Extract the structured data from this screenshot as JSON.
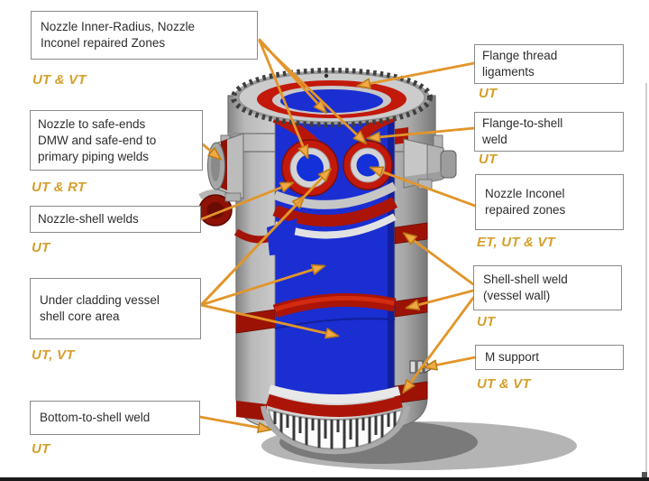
{
  "slide": {
    "background": "#ffffff",
    "bottom_border_color": "#1a1a1a"
  },
  "colors": {
    "arrow_orange": "#E2952A",
    "method_label_gold": "#D4A02C",
    "box_border_gray": "#8A8A8A",
    "box_text": "#2D2D2D",
    "vessel_cladding_blue": "#1B2ED1",
    "weld_band_red": "#AB1507",
    "nozzle_ring_red": "#C2190B",
    "vessel_metal_gray": "#C9C9C9"
  },
  "left_labels": [
    {
      "text": "Nozzle Inner-Radius, Nozzle\nInconel repaired Zones",
      "method": "UT & VT"
    },
    {
      "text": "Nozzle to safe-ends\nDMW and safe-end to\nprimary piping welds",
      "method": "UT & RT"
    },
    {
      "text": "Nozzle-shell welds",
      "method": "UT"
    },
    {
      "text": "Under cladding vessel\nshell core area",
      "method": "UT, VT"
    },
    {
      "text": "Bottom-to-shell weld",
      "method": "UT"
    }
  ],
  "right_labels": [
    {
      "text": "Flange thread\nligaments",
      "method": "UT"
    },
    {
      "text": "Flange-to-shell\nweld",
      "method": "UT"
    },
    {
      "text": "Nozzle Inconel\nrepaired zones",
      "method": "ET, UT & VT"
    },
    {
      "text": "Shell-shell weld\n(vessel wall)",
      "method": "UT"
    },
    {
      "text": "M support",
      "method": "UT & VT"
    }
  ]
}
